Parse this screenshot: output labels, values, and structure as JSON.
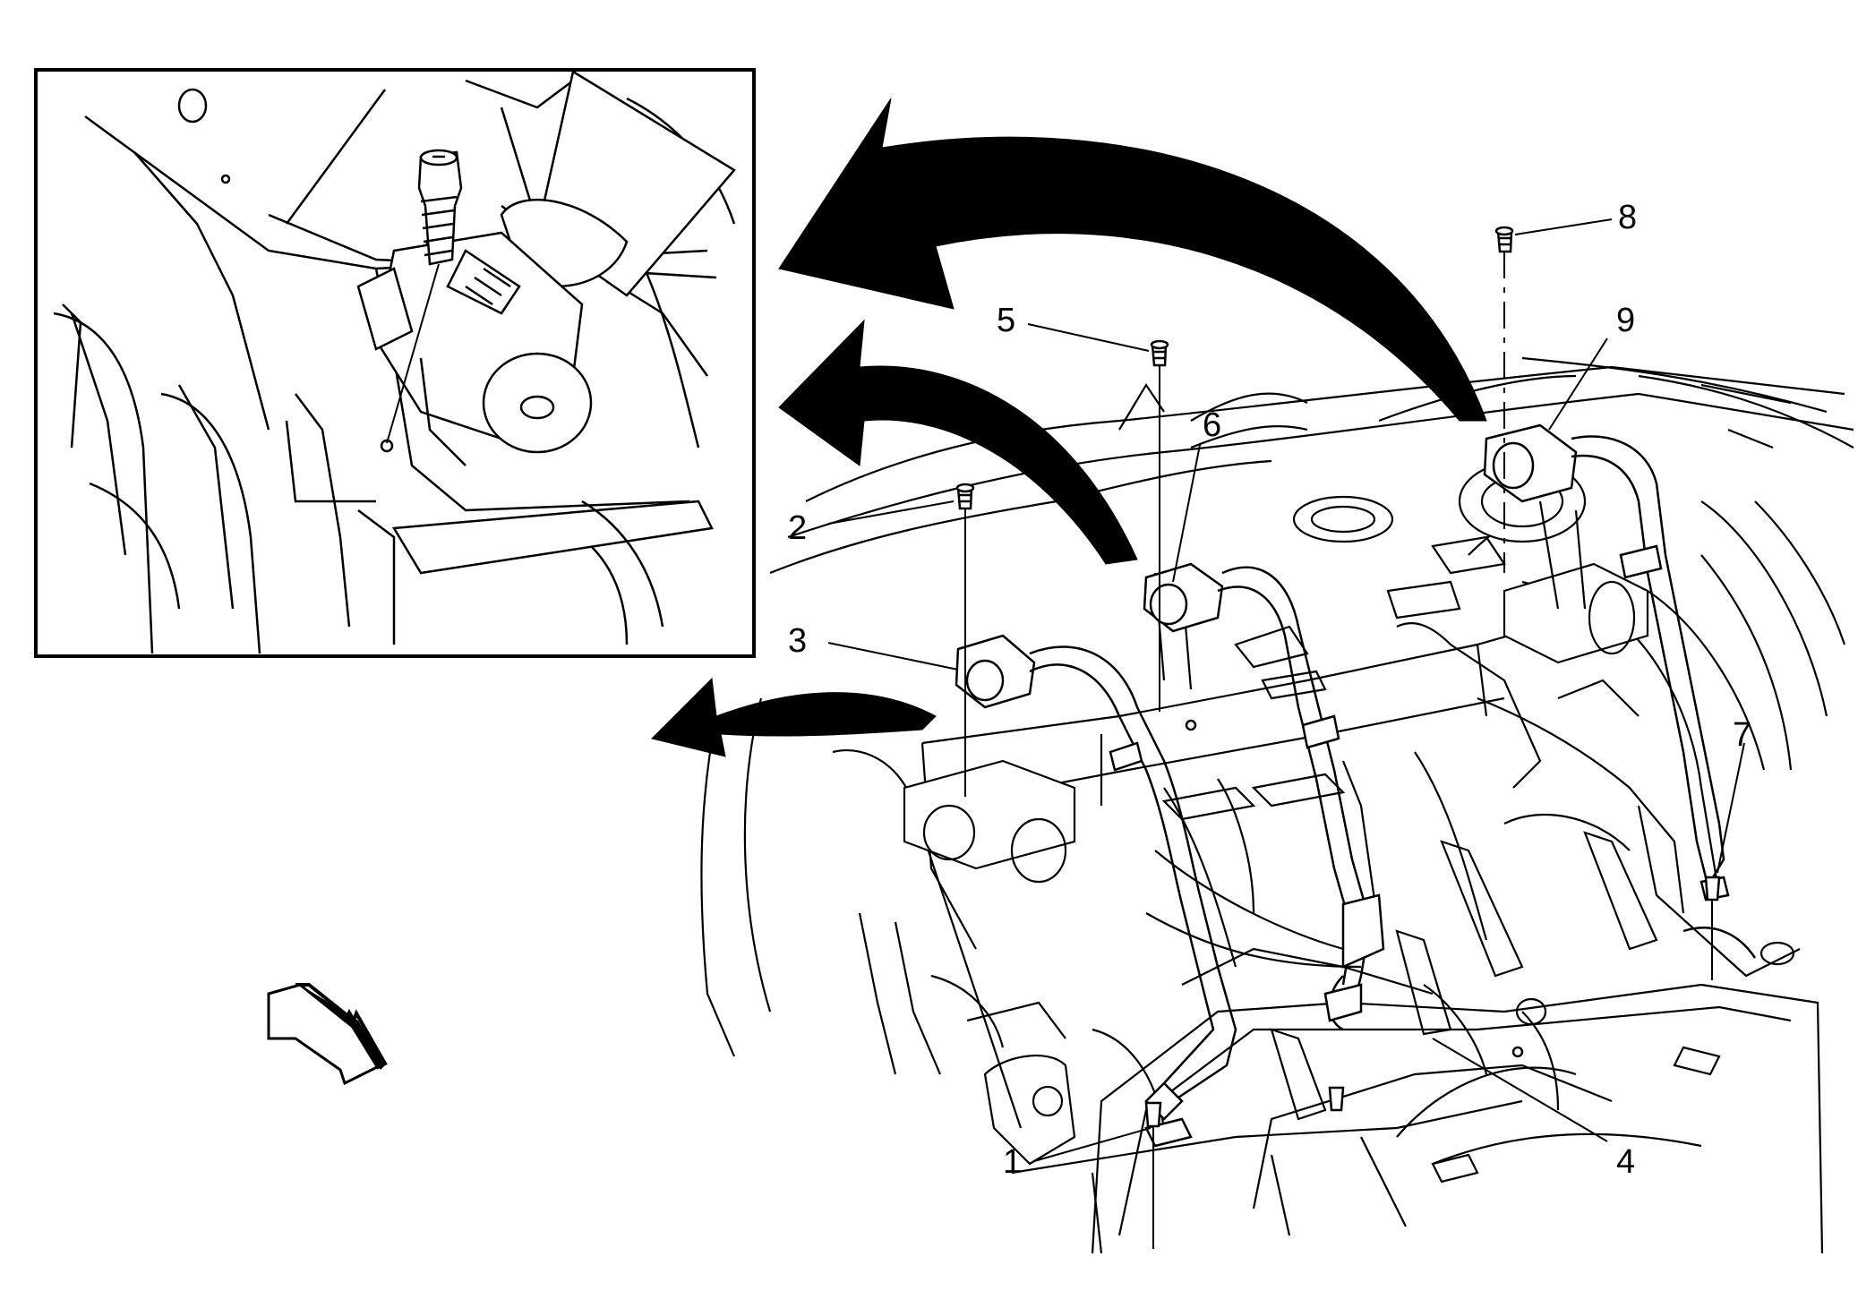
{
  "diagram": {
    "type": "exploded-view-illustration",
    "subject": "rear seat belt retractor installation",
    "callouts": [
      {
        "id": "callout-1",
        "label": "1"
      },
      {
        "id": "callout-2",
        "label": "2"
      },
      {
        "id": "callout-3",
        "label": "3"
      },
      {
        "id": "callout-4",
        "label": "4"
      },
      {
        "id": "callout-5",
        "label": "5"
      },
      {
        "id": "callout-6",
        "label": "6"
      },
      {
        "id": "callout-7",
        "label": "7"
      },
      {
        "id": "callout-8",
        "label": "8"
      },
      {
        "id": "callout-9",
        "label": "9"
      }
    ],
    "inset": {
      "present": true,
      "shows": "detail of retractor on rear shelf"
    },
    "front_arrow": {
      "present": true,
      "meaning": "vehicle-front-direction"
    }
  }
}
